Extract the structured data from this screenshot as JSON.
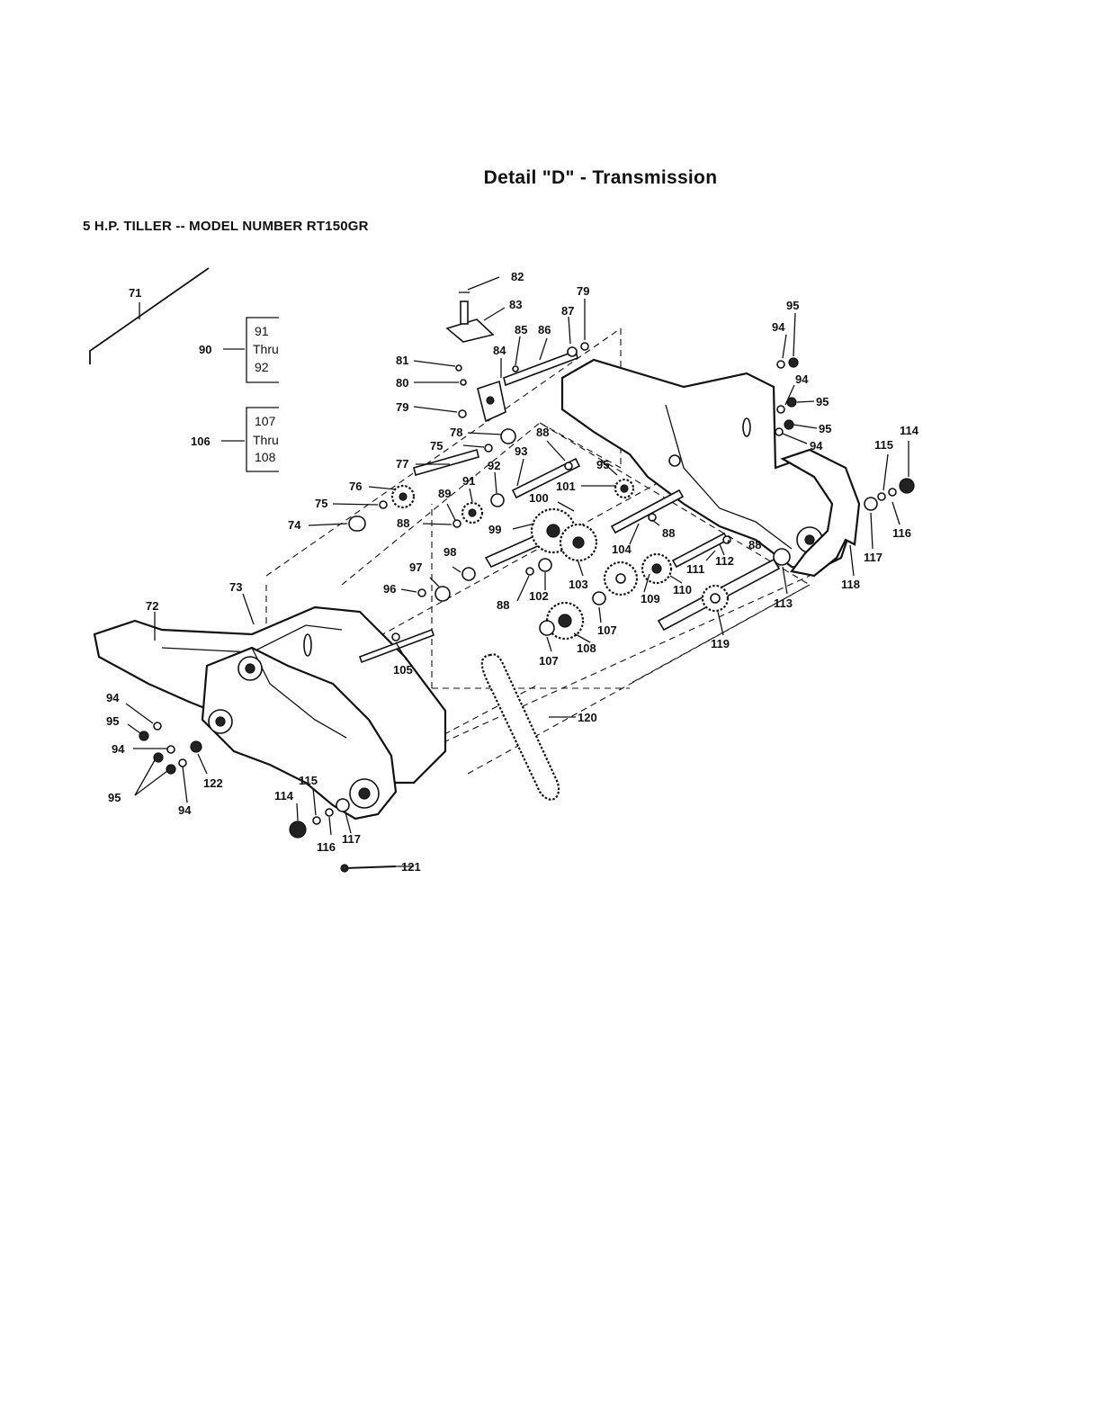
{
  "header": {
    "title": "Detail \"D\" - Transmission",
    "subtitle": "5 H.P. TILLER -- MODEL NUMBER RT150GR"
  },
  "callout_boxes": [
    {
      "ref": "90",
      "top": "91",
      "mid": "Thru",
      "bottom": "92"
    },
    {
      "ref": "106",
      "top": "107",
      "mid": "Thru",
      "bottom": "108"
    }
  ],
  "labels": {
    "l71": "71",
    "l72": "72",
    "l73": "73",
    "l74": "74",
    "l75a": "75",
    "l75b": "75",
    "l76": "76",
    "l77": "77",
    "l78": "78",
    "l79a": "79",
    "l79b": "79",
    "l80": "80",
    "l81": "81",
    "l82": "82",
    "l83": "83",
    "l84": "84",
    "l85": "85",
    "l86": "86",
    "l87": "87",
    "l88a": "88",
    "l88b": "88",
    "l88c": "88",
    "l88d": "88",
    "l88e": "88",
    "l89": "89",
    "l91": "91",
    "l92": "92",
    "l93": "93",
    "l94a": "94",
    "l94b": "94",
    "l94c": "94",
    "l94d": "94",
    "l94e": "94",
    "l94f": "94",
    "l95a": "95",
    "l95b": "95",
    "l95c": "95",
    "l95d": "95",
    "l95e": "95",
    "l95f": "95",
    "l96": "96",
    "l97": "97",
    "l98": "98",
    "l99": "99",
    "l100": "100",
    "l101": "101",
    "l102": "102",
    "l103": "103",
    "l104": "104",
    "l105": "105",
    "l107a": "107",
    "l107b": "107",
    "l108": "108",
    "l109": "109",
    "l110": "110",
    "l111": "111",
    "l112": "112",
    "l113": "113",
    "l114a": "114",
    "l114b": "114",
    "l115a": "115",
    "l115b": "115",
    "l116a": "116",
    "l116b": "116",
    "l117a": "117",
    "l117b": "117",
    "l118": "118",
    "l119": "119",
    "l120": "120",
    "l121": "121",
    "l122": "122"
  }
}
